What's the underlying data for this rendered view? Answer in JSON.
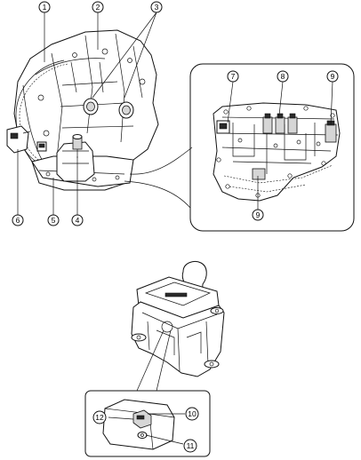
{
  "callouts": [
    {
      "id": "c1",
      "label": "1"
    },
    {
      "id": "c2",
      "label": "2"
    },
    {
      "id": "c3",
      "label": "3"
    },
    {
      "id": "c4",
      "label": "4"
    },
    {
      "id": "c5",
      "label": "5"
    },
    {
      "id": "c6",
      "label": "6"
    },
    {
      "id": "c7",
      "label": "7"
    },
    {
      "id": "c8",
      "label": "8"
    },
    {
      "id": "c9a",
      "label": "9"
    },
    {
      "id": "c9b",
      "label": "9"
    },
    {
      "id": "c10",
      "label": "10"
    },
    {
      "id": "c11",
      "label": "11"
    },
    {
      "id": "c12",
      "label": "12"
    }
  ]
}
